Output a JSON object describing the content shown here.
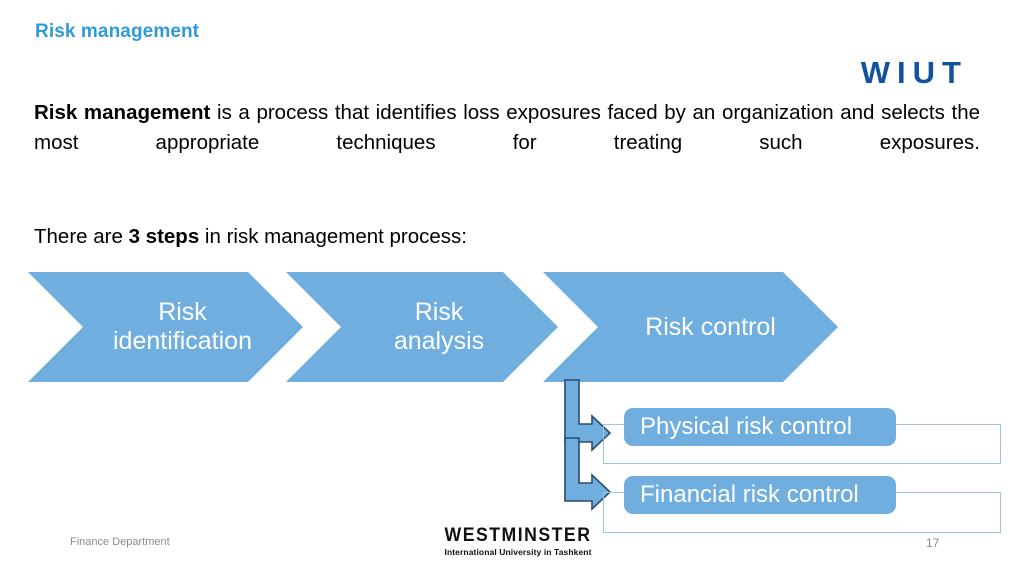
{
  "slide": {
    "title": "Risk management",
    "logo_text": "WIUT",
    "body": {
      "lead_bold": "Risk management",
      "rest": " is a process that identifies loss exposures faced by an organization and selects the most appropriate techniques for treating such exposures."
    },
    "steps_intro": {
      "before": "There are ",
      "bold": "3 steps",
      "after": " in risk management process:"
    }
  },
  "process": {
    "steps": [
      {
        "line1": "Risk",
        "line2": "identification"
      },
      {
        "line1": "Risk",
        "line2": "analysis"
      },
      {
        "line1": "Risk control",
        "line2": ""
      }
    ]
  },
  "branches": [
    {
      "label": "Physical risk control"
    },
    {
      "label": "Financial risk control"
    }
  ],
  "footer": {
    "department": "Finance Department",
    "university_name": "WESTMINSTER",
    "university_sub": "International University in Tashkent",
    "page_number": "17"
  },
  "colors": {
    "title_blue": "#2E9BD6",
    "logo_blue": "#12539E",
    "chevron_blue": "#6FAEDE",
    "arrow_outline": "#2A4D6E",
    "outline_rect": "#9DC3E6",
    "footer_gray": "#8C8C8C"
  }
}
